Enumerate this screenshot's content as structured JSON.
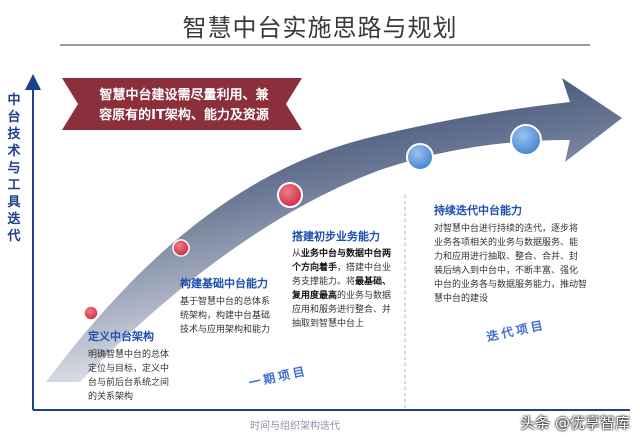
{
  "title": "智慧中台实施思路与规划",
  "y_axis_label": "中台技术与工具迭代",
  "x_axis_label": "时间与组织架构迭代",
  "banner": {
    "line1": "智慧中台建设需尽量利用、兼",
    "line2": "容原有的IT架构、能力及资源"
  },
  "stages": [
    {
      "title": "定义中台架构",
      "desc": [
        "明确智慧中台的总体",
        "定位与目标，定义中",
        "台与前后台系统之间",
        "的关系架构"
      ]
    },
    {
      "title": "构建基础中台能力",
      "desc": [
        "基于智慧中台的总体系",
        "统架构，构建中台基础",
        "技术与应用架构和能力"
      ]
    },
    {
      "title": "搭建初步业务能力",
      "desc_lines": [
        {
          "pre": "从",
          "em": "业务中台与数据中台两",
          "post": ""
        },
        {
          "pre": "",
          "em": "个方向着手",
          "post": "，搭建中台业"
        },
        {
          "pre": "务支撑能力。将",
          "em": "最基础、",
          "post": ""
        },
        {
          "pre": "",
          "em": "复用度最高",
          "post": "的业务与数据"
        },
        {
          "pre": "应用和服务进行整合、并",
          "em": "",
          "post": ""
        },
        {
          "pre": "抽取到智慧中台上",
          "em": "",
          "post": ""
        }
      ]
    },
    {
      "title": "持续迭代中台能力",
      "desc": [
        "对智慧中台进行持续的迭代，逐步将",
        "业务各项相关的业务与数据服务、能",
        "力和应用进行抽取、整合、合并、封",
        "装后纳入到中台中，不断丰富、强化",
        "中台的业务各与数据服务能力，推动智",
        "慧中台的建设"
      ]
    }
  ],
  "phases": {
    "phase1": "一期项目",
    "phase2": "迭代项目"
  },
  "watermark": "头条 @优享智库",
  "colors": {
    "arrow_top": "#1e2f5e",
    "arrow_bottom": "#e3e6ee",
    "banner": "#8b2f3c",
    "dot_red": "#d93a4f",
    "dot_blue": "#5b93d8",
    "axis": "#1f3f8f"
  }
}
